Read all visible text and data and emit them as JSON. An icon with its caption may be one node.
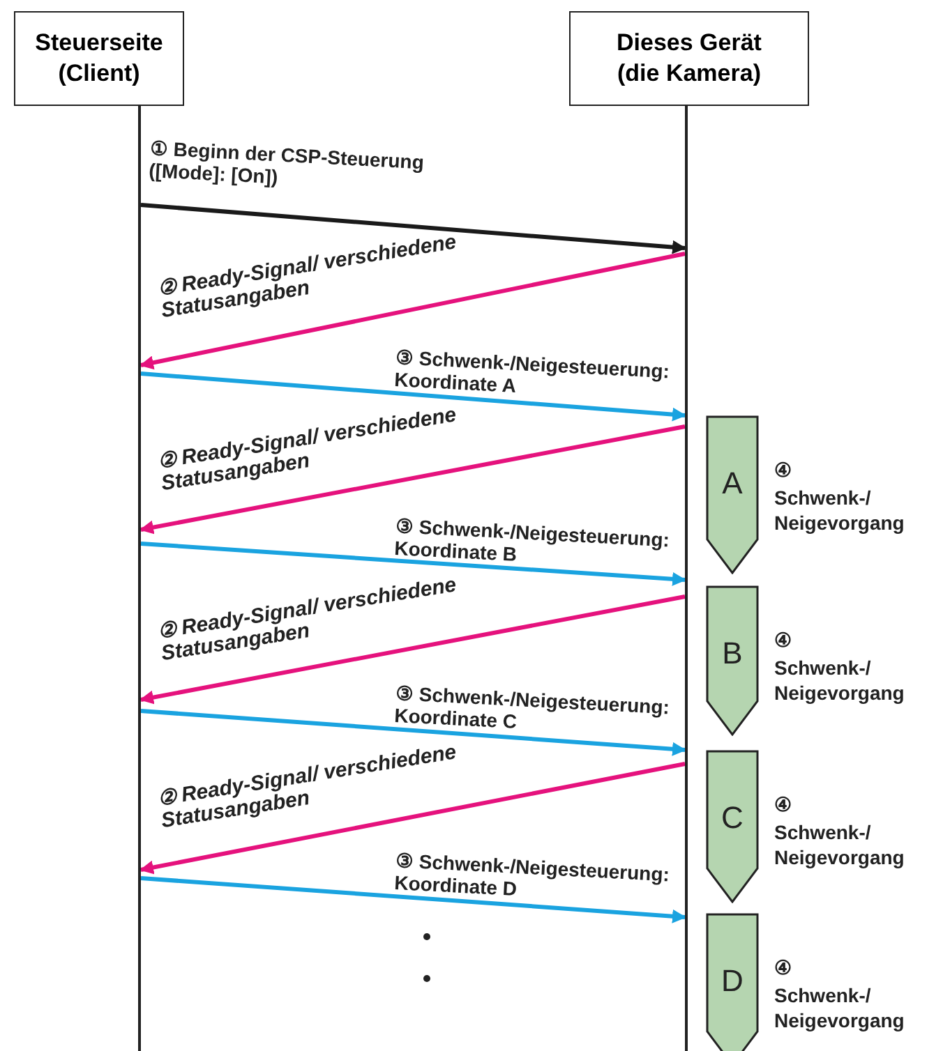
{
  "diagram": {
    "nodes": [
      {
        "text": [
          "Steuerseite (Client)"
        ]
      },
      {
        "text": [
          "Dieses Gerät (die Kamera)"
        ]
      },
      {
        "text": [
          "A"
        ],
        "beside": [
          "④",
          "Schwenk-/ Neigevorgang"
        ]
      },
      {
        "text": [
          "B"
        ],
        "beside": [
          "④",
          "Schwenk-/ Neigevorgang"
        ]
      },
      {
        "text": [
          "C"
        ],
        "beside": [
          "④",
          "Schwenk-/ Neigevorgang"
        ]
      },
      {
        "text": [
          "D"
        ],
        "beside": [
          "④",
          "Schwenk-/ Neigevorgang"
        ]
      },
      {
        "text": [],
        "shape": "line"
      },
      {
        "text": [],
        "shape": "line"
      }
    ],
    "edges": [
      {
        "from": 6,
        "to": 7,
        "arrow": "to",
        "label": "① Beginn der CSP-Steuerung ([Mode]: [On])",
        "color": "#1a1a1a"
      },
      {
        "from": 7,
        "to": 6,
        "arrow": "to",
        "label": "② Ready-Signal/ verschiedene Statusangaben",
        "color": "#e5127d"
      },
      {
        "from": 6,
        "to": 7,
        "arrow": "to",
        "label": "③ Schwenk-/Neigesteuerung: Koordinate A",
        "color": "#1aa3e0"
      },
      {
        "from": 7,
        "to": 6,
        "arrow": "to",
        "label": "② Ready-Signal/ verschiedene Statusangaben",
        "color": "#e5127d"
      },
      {
        "from": 6,
        "to": 7,
        "arrow": "to",
        "label": "③ Schwenk-/Neigesteuerung: Koordinate B",
        "color": "#1aa3e0"
      },
      {
        "from": 7,
        "to": 6,
        "arrow": "to",
        "label": "② Ready-Signal/ verschiedene Statusangaben",
        "color": "#e5127d"
      },
      {
        "from": 6,
        "to": 7,
        "arrow": "to",
        "label": "③ Schwenk-/Neigesteuerung: Koordinate C",
        "color": "#1aa3e0"
      },
      {
        "from": 7,
        "to": 6,
        "arrow": "to",
        "label": "② Ready-Signal/ verschiedene Statusangaben",
        "color": "#e5127d"
      },
      {
        "from": 6,
        "to": 7,
        "arrow": "to",
        "label": "③ Schwenk-/Neigesteuerung: Koordinate D",
        "color": "#1aa3e0"
      }
    ]
  }
}
